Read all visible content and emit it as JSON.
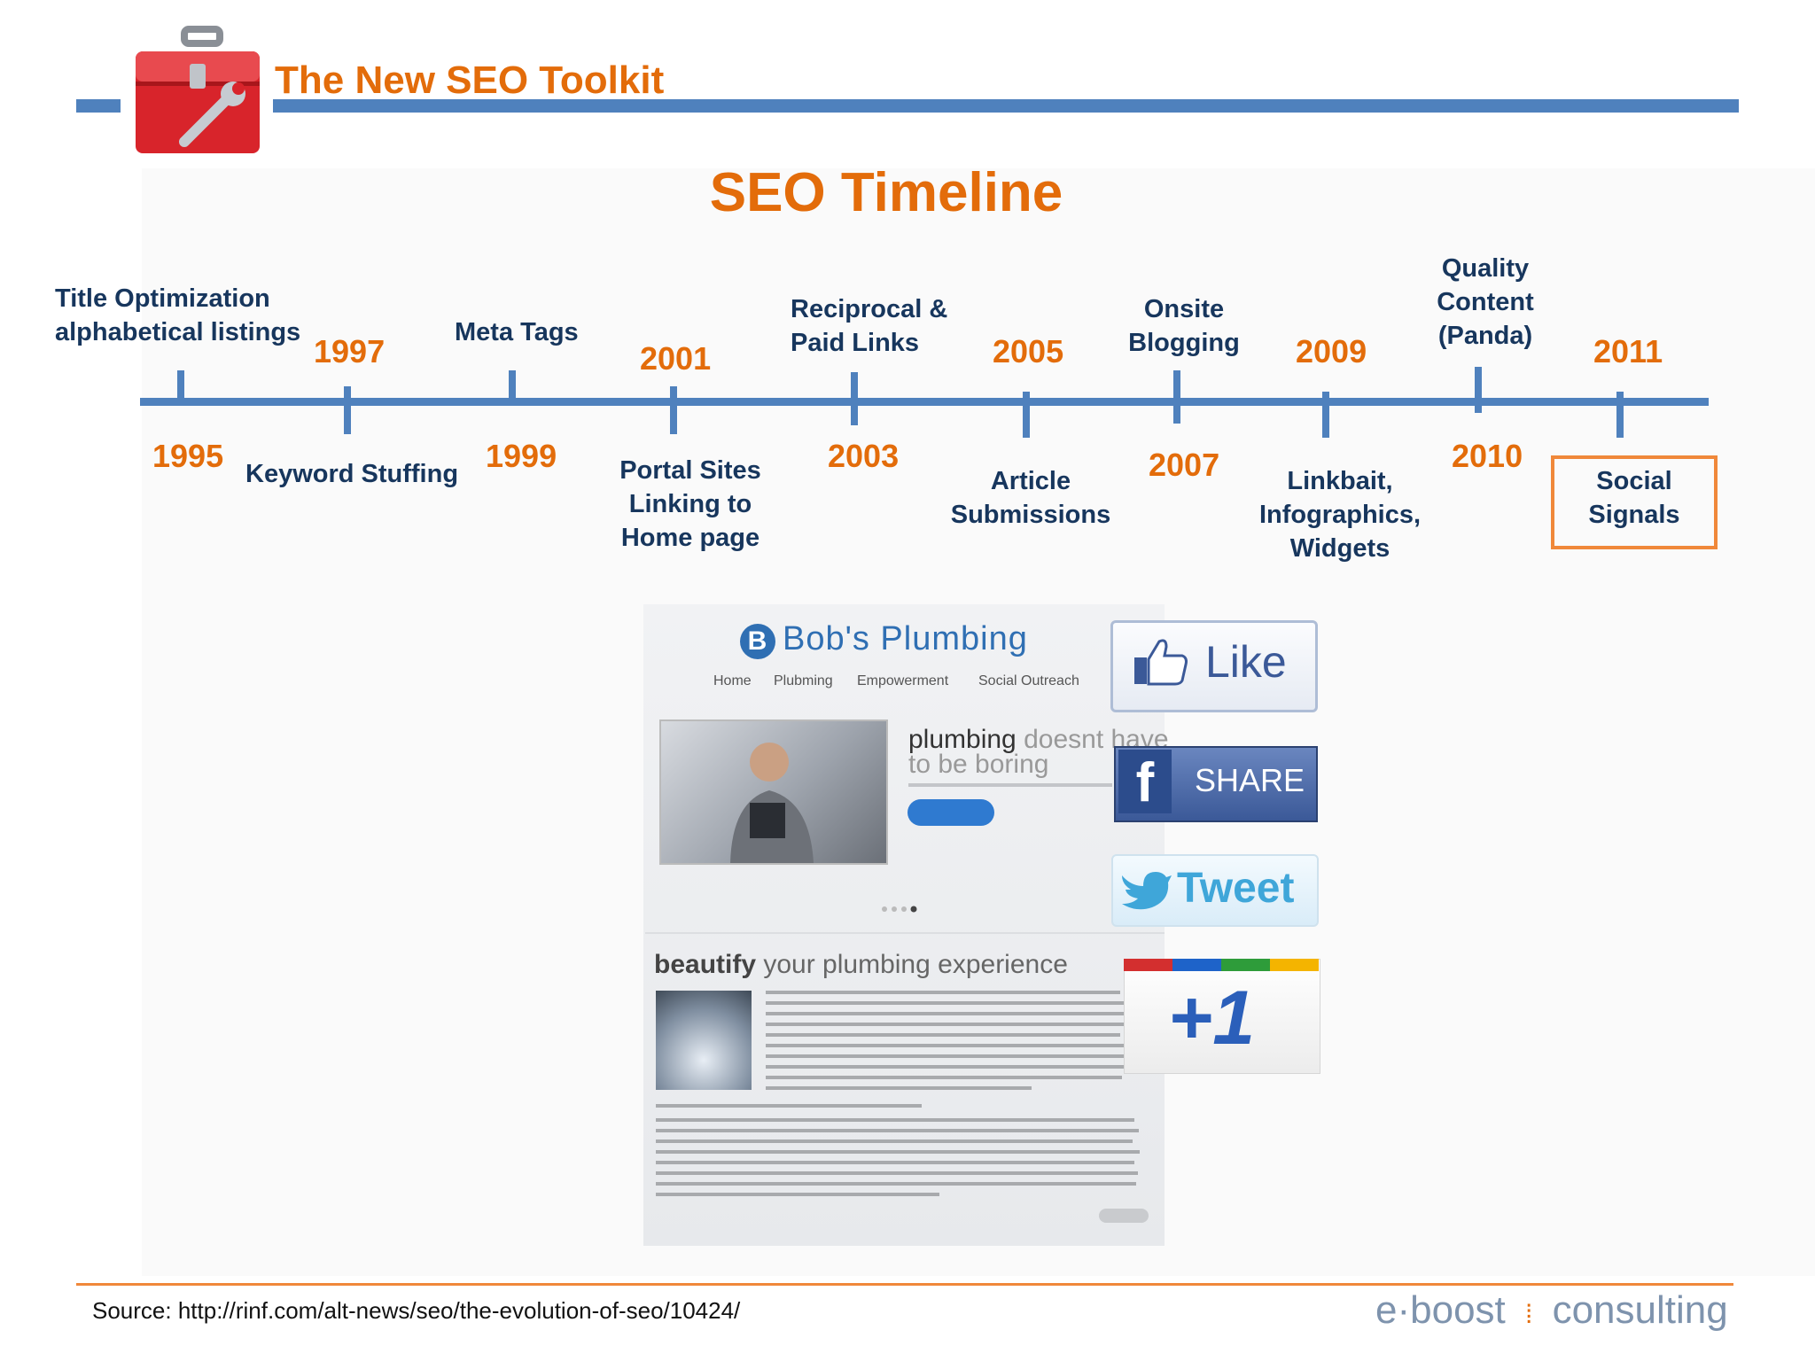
{
  "header": {
    "title": "The New SEO Toolkit"
  },
  "slide": {
    "title": "SEO Timeline"
  },
  "timeline": {
    "years": {
      "y1995": "1995",
      "y1997": "1997",
      "y1999": "1999",
      "y2001": "2001",
      "y2003": "2003",
      "y2005": "2005",
      "y2007": "2007",
      "y2009": "2009",
      "y2010": "2010",
      "y2011": "2011"
    },
    "events": {
      "title_opt_1": "Title Optimization",
      "title_opt_2": "alphabetical listings",
      "keyword_stuffing": "Keyword Stuffing",
      "meta_tags": "Meta Tags",
      "portal_1": "Portal Sites",
      "portal_2": "Linking to",
      "portal_3": "Home page",
      "reciprocal_1": "Reciprocal &",
      "reciprocal_2": "Paid Links",
      "article_1": "Article",
      "article_2": "Submissions",
      "onsite_1": "Onsite",
      "onsite_2": "Blogging",
      "linkbait_1": "Linkbait,",
      "linkbait_2": "Infographics,",
      "linkbait_3": "Widgets",
      "quality_1": "Quality",
      "quality_2": "Content",
      "quality_3": "(Panda)",
      "social_1": "Social",
      "social_2": "Signals"
    }
  },
  "screenshot": {
    "brand_letter": "B",
    "brand": "Bob's Plumbing",
    "nav": [
      "Home",
      "Plubming",
      "Empowerment",
      "Social Outreach"
    ],
    "hero_bold": "plumbing",
    "hero_rest": " doesnt have",
    "hero_line2": "to be boring",
    "section_bold": "beautify",
    "section_rest": " your plumbing experience"
  },
  "social_buttons": {
    "like": "Like",
    "share_icon": "f",
    "share": "SHARE",
    "tweet": "Tweet",
    "plus_one": "+1",
    "icons": [
      "thumbs-up-icon",
      "facebook-icon",
      "twitter-bird-icon",
      "google-plus-one-icon"
    ]
  },
  "footer": {
    "source": "Source: http://rinf.com/alt-news/seo/the-evolution-of-seo/10424/",
    "logo_left": "e·boost",
    "logo_right": "consulting"
  },
  "colors": {
    "accent": "#e36c0a",
    "axis": "#4f81bd",
    "text": "#17365d",
    "rule": "#f0883a"
  }
}
